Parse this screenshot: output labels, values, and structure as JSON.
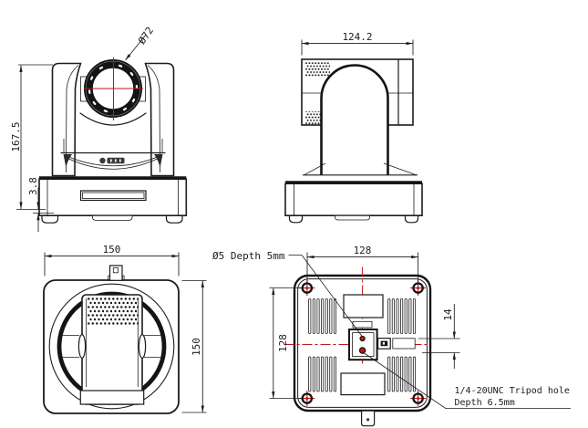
{
  "drawing_type": "camera dimensional drawing",
  "colors": {
    "ink": "#1c1c1c",
    "centerline_red": "#c41414",
    "background": "#ffffff"
  },
  "views": {
    "front": {
      "height_mm": "167.5",
      "foot_mm": "3.8",
      "lens_dia": "Ø72"
    },
    "side": {
      "width_mm": "124.2"
    },
    "top": {
      "width_mm": "150",
      "depth_mm": "150"
    },
    "bottom": {
      "width_mm": "128",
      "height_mm": "128",
      "hole_spacing_mm": "14",
      "positioning_hole_label": "Ø5 Depth 5mm",
      "tripod_hole_label_line1": "1/4-20UNC Tripod hole",
      "tripod_hole_label_line2": "Depth 6.5mm"
    }
  }
}
